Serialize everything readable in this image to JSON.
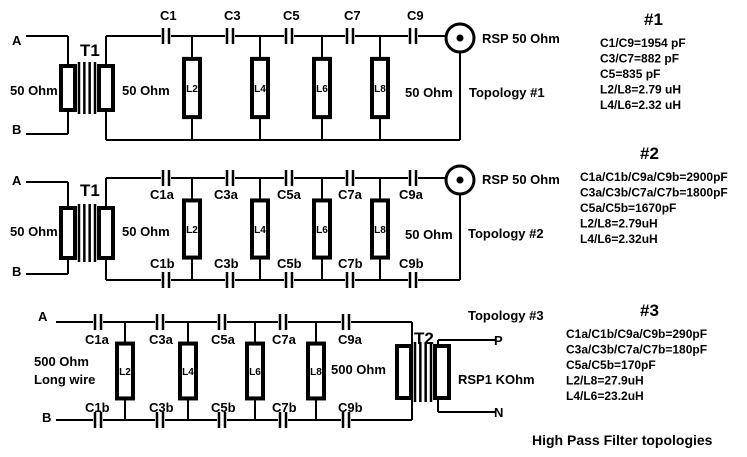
{
  "caption": "High Pass Filter topologies",
  "topology1": {
    "label": "Topology #1",
    "terminal_a": "A",
    "terminal_b": "B",
    "transformer": "T1",
    "input_impedance": "50 Ohm",
    "secondary_impedance": "50 Ohm",
    "load_impedance": "50 Ohm",
    "output": "RSP 50 Ohm",
    "capacitors": [
      "C1",
      "C3",
      "C5",
      "C7",
      "C9"
    ],
    "inductors": [
      "L2",
      "L4",
      "L6",
      "L8"
    ]
  },
  "topology2": {
    "label": "Topology #2",
    "terminal_a": "A",
    "terminal_b": "B",
    "transformer": "T1",
    "input_impedance": "50 Ohm",
    "secondary_impedance": "50 Ohm",
    "load_impedance": "50 Ohm",
    "output": "RSP 50 Ohm",
    "top_capacitors": [
      "C1a",
      "C3a",
      "C5a",
      "C7a",
      "C9a"
    ],
    "bottom_capacitors": [
      "C1b",
      "C3b",
      "C5b",
      "C7b",
      "C9b"
    ],
    "inductors": [
      "L2",
      "L4",
      "L6",
      "L8"
    ]
  },
  "topology3": {
    "label": "Topology #3",
    "terminal_a": "A",
    "terminal_b": "B",
    "input_impedance_line1": "500 Ohm",
    "input_impedance_line2": "Long wire",
    "load_impedance": "500 Ohm",
    "transformer": "T2",
    "output": "RSP1 KOhm",
    "terminal_p": "P",
    "terminal_n": "N",
    "top_capacitors": [
      "C1a",
      "C3a",
      "C5a",
      "C7a",
      "C9a"
    ],
    "bottom_capacitors": [
      "C1b",
      "C3b",
      "C5b",
      "C7b",
      "C9b"
    ],
    "inductors": [
      "L2",
      "L4",
      "L6",
      "L8"
    ]
  },
  "values": [
    {
      "title": "#1",
      "lines": [
        "C1/C9=1954 pF",
        "C3/C7=882 pF",
        "C5=835 pF",
        "L2/L8=2.79 uH",
        "L4/L6=2.32 uH"
      ]
    },
    {
      "title": "#2",
      "lines": [
        "C1a/C1b/C9a/C9b=2900pF",
        "C3a/C3b/C7a/C7b=1800pF",
        "C5a/C5b=1670pF",
        "L2/L8=2.79uH",
        "L4/L6=2.32uH"
      ]
    },
    {
      "title": "#3",
      "lines": [
        "C1a/C1b/C9a/C9b=290pF",
        "C3a/C3b/C7a/C7b=180pF",
        "C5a/C5b=170pF",
        "L2/L8=27.9uH",
        "L4/L6=23.2uH"
      ]
    }
  ]
}
